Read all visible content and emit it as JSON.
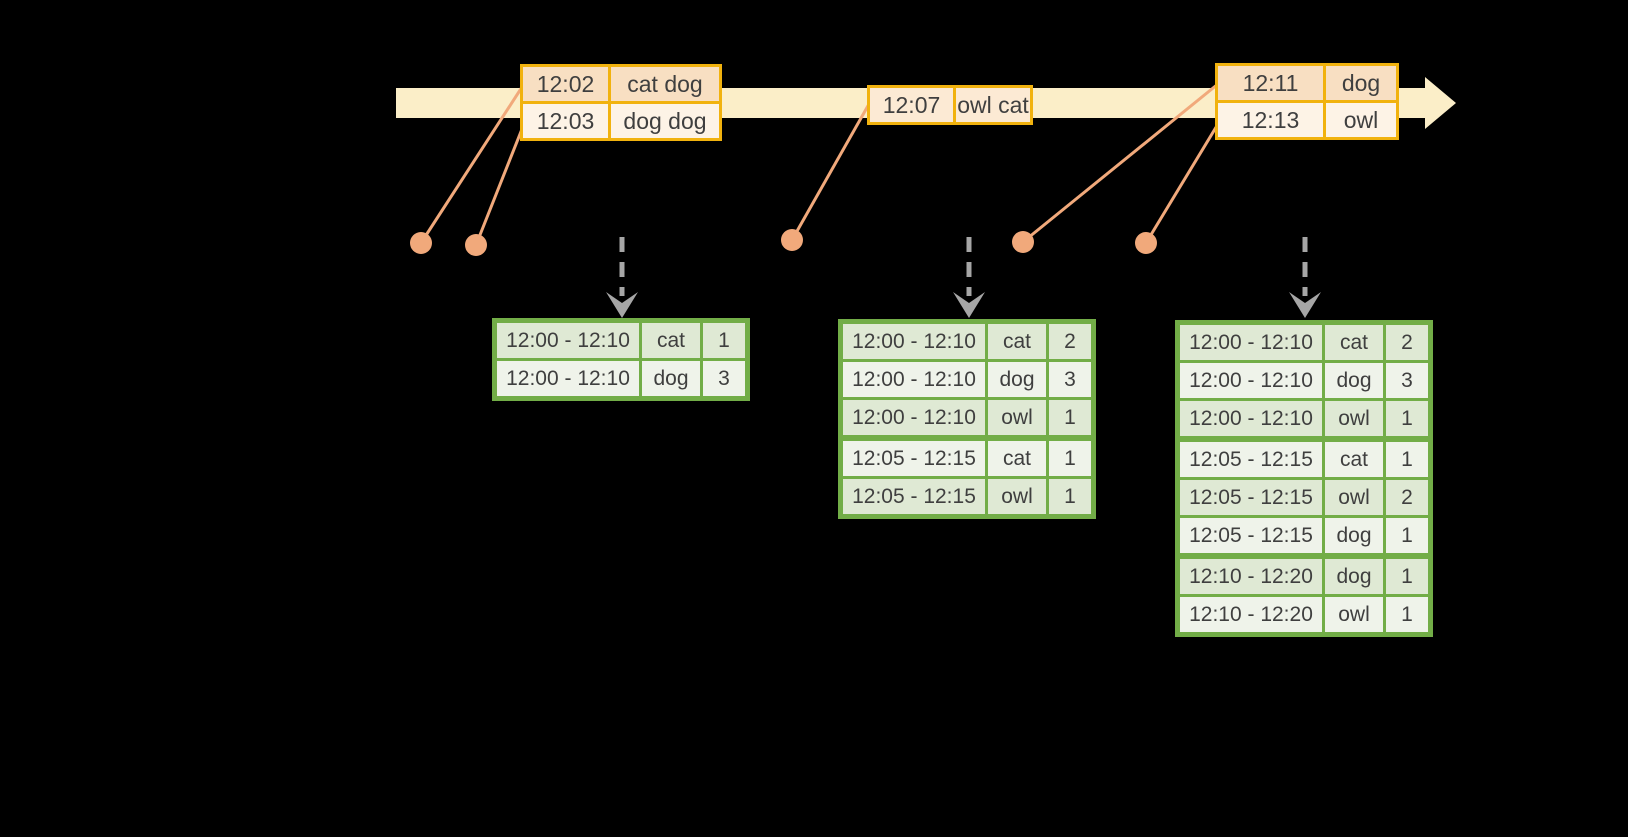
{
  "colors": {
    "background": "#000000",
    "timeline_band": "#FBEEC8",
    "event_table_border": "#F1B20E",
    "event_row_dark": "#F8DFC2",
    "event_row_light": "#FDF3E6",
    "event_row_mid": "#FCEAD4",
    "connector_salmon": "#F1A97B",
    "trigger_arrow_gray": "#A6A6A6",
    "result_table_border": "#72AD47",
    "result_row_dark": "#DFE9D4",
    "result_row_light": "#EFF3EA",
    "text": "#3F3F3F"
  },
  "event_tables": [
    {
      "rows": [
        {
          "time": "12:02",
          "words": "cat dog"
        },
        {
          "time": "12:03",
          "words": "dog dog"
        }
      ]
    },
    {
      "rows": [
        {
          "time": "12:07",
          "words": "owl cat"
        }
      ]
    },
    {
      "rows": [
        {
          "time": "12:11",
          "words": "dog"
        },
        {
          "time": "12:13",
          "words": "owl"
        }
      ]
    }
  ],
  "result_tables": [
    {
      "rows": [
        {
          "window": "12:00 - 12:10",
          "word": "cat",
          "count": "1"
        },
        {
          "window": "12:00 - 12:10",
          "word": "dog",
          "count": "3"
        }
      ]
    },
    {
      "rows": [
        {
          "window": "12:00 - 12:10",
          "word": "cat",
          "count": "2"
        },
        {
          "window": "12:00 - 12:10",
          "word": "dog",
          "count": "3"
        },
        {
          "window": "12:00 - 12:10",
          "word": "owl",
          "count": "1"
        },
        {
          "window": "12:05 - 12:15",
          "word": "cat",
          "count": "1"
        },
        {
          "window": "12:05 - 12:15",
          "word": "owl",
          "count": "1"
        }
      ]
    },
    {
      "rows": [
        {
          "window": "12:00 - 12:10",
          "word": "cat",
          "count": "2"
        },
        {
          "window": "12:00 - 12:10",
          "word": "dog",
          "count": "3"
        },
        {
          "window": "12:00 - 12:10",
          "word": "owl",
          "count": "1"
        },
        {
          "window": "12:05 - 12:15",
          "word": "cat",
          "count": "1"
        },
        {
          "window": "12:05 - 12:15",
          "word": "owl",
          "count": "2"
        },
        {
          "window": "12:05 - 12:15",
          "word": "dog",
          "count": "1"
        },
        {
          "window": "12:10 - 12:20",
          "word": "dog",
          "count": "1"
        },
        {
          "window": "12:10 - 12:20",
          "word": "owl",
          "count": "1"
        }
      ]
    }
  ]
}
